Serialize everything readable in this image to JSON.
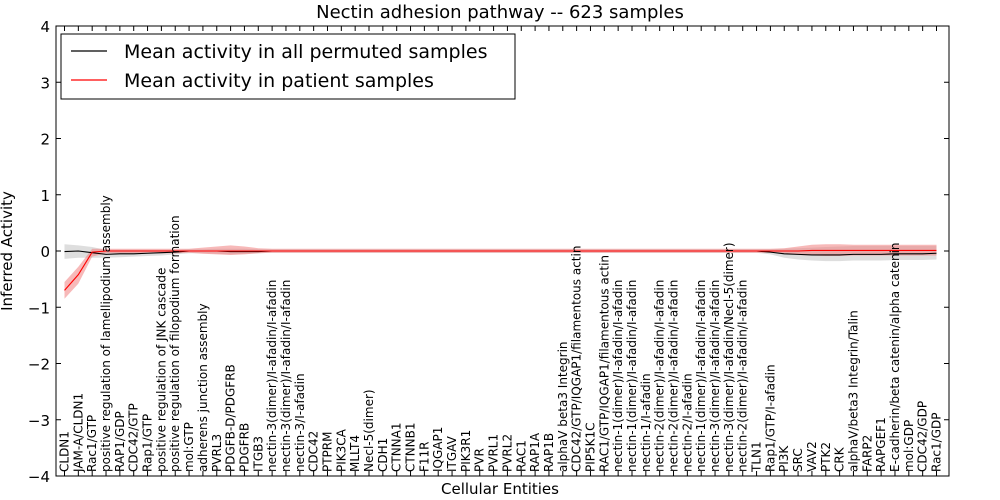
{
  "chart_data": {
    "type": "line",
    "title": "Nectin adhesion pathway -- 623 samples",
    "xlabel": "Cellular Entities",
    "ylabel": "Inferred Activity",
    "ylim": [
      -4,
      4
    ],
    "yticks": [
      -4,
      -3,
      -2,
      -1,
      0,
      1,
      2,
      3,
      4
    ],
    "grid": false,
    "legend_position": "top-left",
    "categories": [
      "CLDN1",
      "JAM-A/CLDN1",
      "Rac1/GTP",
      "positive regulation of lamellipodium assembly",
      "RAP1/GDP",
      "CDC42/GTP",
      "Rap1/GTP",
      "positive regulation of JNK cascade",
      "positive regulation of filopodium formation",
      "mol:GTP",
      "adherens junction assembly",
      "PVRL3",
      "PDGFB-D/PDGFRB",
      "PDGFRB",
      "ITGB3",
      "nectin-3(dimer)/I-afadin/I-afadin",
      "nectin-3(dimer)/I-afadin/I-afadin",
      "nectin-3/I-afadin",
      "CDC42",
      "PTPRM",
      "PIK3CA",
      "MLLT4",
      "Necl-5(dimer)",
      "CDH1",
      "CTNNA1",
      "CTNNB1",
      "F11R",
      "IQGAP1",
      "ITGAV",
      "PIK3R1",
      "PVR",
      "PVRL1",
      "PVRL2",
      "RAC1",
      "RAP1A",
      "RAP1B",
      "alphaV beta3 Integrin",
      "CDC42/GTP/IQGAP1/filamentous actin",
      "PIP5K1C",
      "RAC1/GTP/IQGAP1/filamentous actin",
      "nectin-1(dimer)/I-afadin/I-afadin",
      "nectin-1(dimer)/I-afadin/I-afadin",
      "nectin-1/I-afadin",
      "nectin-2(dimer)/I-afadin/I-afadin",
      "nectin-2(dimer)/I-afadin/I-afadin",
      "nectin-2/I-afadin",
      "nectin-1(dimer)/I-afadin/I-afadin",
      "nectin-3(dimer)/I-afadin/I-afadin",
      "nectin-3(dimer)/I-afadin/Necl-5(dimer)",
      "nectin-2(dimer)/I-afadin/I-afadin",
      "TLN1",
      "Rap1/GTP/I-afadin",
      "PI3K",
      "SRC",
      "VAV2",
      "PTK2",
      "CRK",
      "alphaV/beta3 Integrin/Talin",
      "FARP2",
      "RAPGEF1",
      "E-cadherin/beta catenin/alpha catenin",
      "mol:GDP",
      "CDC42/GDP",
      "Rac1/GDP"
    ],
    "series": [
      {
        "name": "Mean activity in all permuted samples",
        "color": "#000000",
        "band_color": "#c8c8c8",
        "values": [
          -0.01,
          0.0,
          -0.03,
          -0.06,
          -0.05,
          -0.05,
          -0.04,
          -0.03,
          -0.02,
          0.0,
          0.0,
          0.0,
          -0.01,
          -0.01,
          -0.01,
          0.0,
          0.0,
          0.0,
          0.0,
          0.0,
          0.0,
          0.0,
          0.0,
          0.0,
          0.0,
          0.0,
          0.0,
          0.0,
          0.0,
          0.0,
          0.0,
          0.0,
          0.0,
          0.0,
          0.0,
          0.0,
          0.0,
          0.0,
          0.0,
          0.0,
          0.0,
          0.0,
          0.0,
          0.0,
          0.0,
          0.0,
          0.0,
          0.0,
          0.0,
          0.0,
          0.0,
          -0.02,
          -0.05,
          -0.06,
          -0.07,
          -0.07,
          -0.07,
          -0.06,
          -0.06,
          -0.06,
          -0.05,
          -0.05,
          -0.05,
          -0.04
        ],
        "lower": [
          -0.14,
          -0.12,
          -0.12,
          -0.12,
          -0.11,
          -0.1,
          -0.09,
          -0.08,
          -0.06,
          -0.04,
          -0.04,
          -0.05,
          -0.06,
          -0.05,
          -0.04,
          -0.03,
          -0.03,
          -0.03,
          -0.03,
          -0.03,
          -0.03,
          -0.03,
          -0.03,
          -0.03,
          -0.03,
          -0.03,
          -0.03,
          -0.03,
          -0.03,
          -0.03,
          -0.03,
          -0.03,
          -0.03,
          -0.03,
          -0.03,
          -0.03,
          -0.03,
          -0.03,
          -0.03,
          -0.03,
          -0.03,
          -0.03,
          -0.03,
          -0.03,
          -0.03,
          -0.03,
          -0.03,
          -0.03,
          -0.03,
          -0.03,
          -0.03,
          -0.06,
          -0.12,
          -0.15,
          -0.17,
          -0.18,
          -0.18,
          -0.17,
          -0.17,
          -0.17,
          -0.16,
          -0.16,
          -0.16,
          -0.15
        ],
        "upper": [
          0.12,
          0.1,
          0.07,
          0.02,
          0.02,
          0.02,
          0.02,
          0.02,
          0.02,
          0.03,
          0.03,
          0.04,
          0.04,
          0.04,
          0.03,
          0.03,
          0.03,
          0.03,
          0.03,
          0.03,
          0.03,
          0.03,
          0.03,
          0.03,
          0.03,
          0.03,
          0.03,
          0.03,
          0.03,
          0.03,
          0.03,
          0.03,
          0.03,
          0.03,
          0.03,
          0.03,
          0.03,
          0.03,
          0.03,
          0.03,
          0.03,
          0.03,
          0.03,
          0.03,
          0.03,
          0.03,
          0.03,
          0.03,
          0.03,
          0.03,
          0.03,
          0.03,
          0.04,
          0.05,
          0.06,
          0.07,
          0.08,
          0.09,
          0.09,
          0.09,
          0.09,
          0.09,
          0.09,
          0.09
        ]
      },
      {
        "name": "Mean activity in patient samples",
        "color": "#ff0000",
        "band_color": "#f08080",
        "values": [
          -0.7,
          -0.42,
          -0.02,
          0.0,
          0.0,
          0.0,
          0.0,
          0.0,
          0.0,
          0.0,
          0.0,
          0.0,
          0.0,
          0.0,
          0.0,
          0.0,
          0.0,
          0.0,
          0.0,
          0.0,
          0.0,
          0.0,
          0.0,
          0.0,
          0.0,
          0.0,
          0.0,
          0.0,
          0.0,
          0.0,
          0.0,
          0.0,
          0.0,
          0.0,
          0.0,
          0.0,
          0.0,
          0.0,
          0.0,
          0.0,
          0.0,
          0.0,
          0.0,
          0.0,
          0.0,
          0.0,
          0.0,
          0.0,
          0.0,
          0.0,
          0.0,
          0.0,
          0.0,
          0.0,
          0.01,
          0.01,
          0.01,
          0.01,
          0.01,
          0.01,
          0.01,
          0.01,
          0.01,
          0.01
        ],
        "lower": [
          -0.85,
          -0.58,
          -0.1,
          -0.04,
          -0.04,
          -0.04,
          -0.04,
          -0.04,
          -0.04,
          -0.03,
          -0.05,
          -0.06,
          -0.07,
          -0.06,
          -0.04,
          -0.03,
          -0.03,
          -0.03,
          -0.03,
          -0.03,
          -0.03,
          -0.03,
          -0.03,
          -0.03,
          -0.03,
          -0.03,
          -0.03,
          -0.03,
          -0.03,
          -0.03,
          -0.03,
          -0.03,
          -0.03,
          -0.03,
          -0.03,
          -0.03,
          -0.03,
          -0.03,
          -0.03,
          -0.03,
          -0.03,
          -0.03,
          -0.03,
          -0.03,
          -0.03,
          -0.03,
          -0.03,
          -0.03,
          -0.03,
          -0.03,
          -0.03,
          -0.03,
          -0.04,
          -0.07,
          -0.08,
          -0.09,
          -0.09,
          -0.08,
          -0.08,
          -0.08,
          -0.08,
          -0.08,
          -0.08,
          -0.08
        ],
        "upper": [
          -0.55,
          -0.28,
          0.04,
          0.04,
          0.04,
          0.04,
          0.04,
          0.04,
          0.04,
          0.04,
          0.06,
          0.08,
          0.1,
          0.08,
          0.05,
          0.04,
          0.04,
          0.04,
          0.04,
          0.04,
          0.04,
          0.04,
          0.04,
          0.04,
          0.04,
          0.04,
          0.04,
          0.04,
          0.04,
          0.04,
          0.04,
          0.04,
          0.04,
          0.04,
          0.04,
          0.04,
          0.04,
          0.04,
          0.04,
          0.04,
          0.04,
          0.04,
          0.04,
          0.04,
          0.04,
          0.04,
          0.04,
          0.04,
          0.04,
          0.04,
          0.04,
          0.04,
          0.05,
          0.08,
          0.11,
          0.12,
          0.12,
          0.11,
          0.11,
          0.11,
          0.11,
          0.11,
          0.11,
          0.11
        ]
      }
    ]
  }
}
